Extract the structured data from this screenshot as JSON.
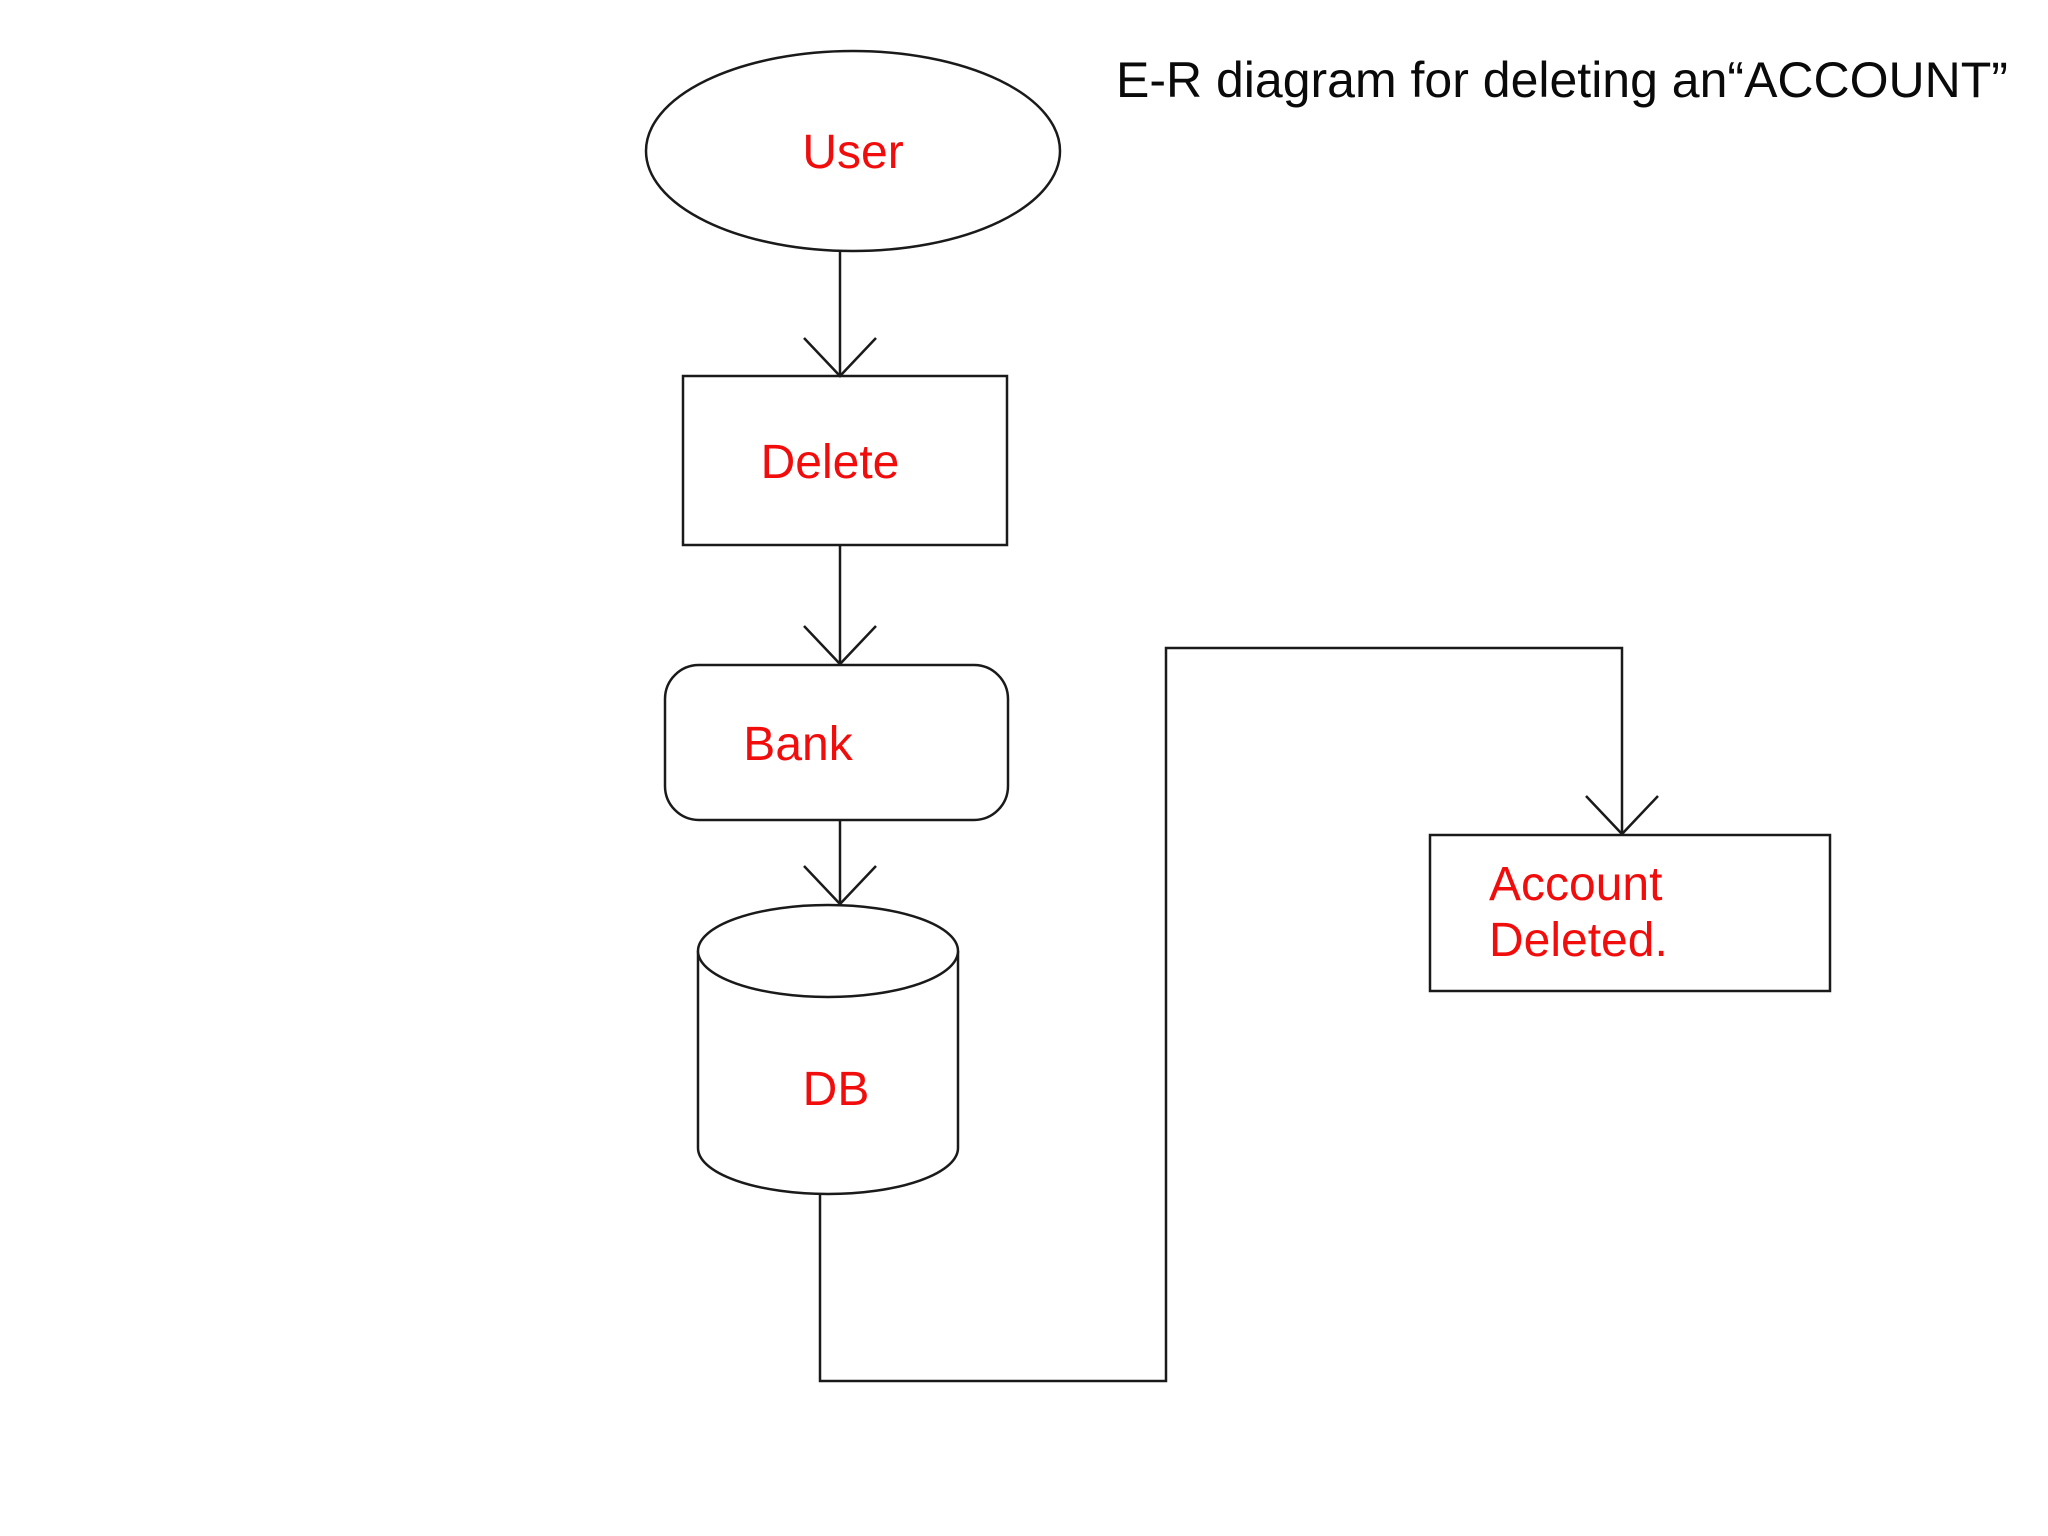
{
  "page": {
    "background": "#ffffff"
  },
  "title": {
    "text": "E-R diagram for deleting an“ACCOUNT”"
  },
  "colors": {
    "line": "#1a1a1a",
    "label": "#f20d0d",
    "title": "#0a0a0a",
    "shape_fill": "#ffffff"
  },
  "diagram": {
    "nodes": {
      "user": {
        "shape": "ellipse",
        "label": "User"
      },
      "delete": {
        "shape": "rectangle",
        "label": "Delete"
      },
      "bank": {
        "shape": "rounded-rectangle",
        "label": "Bank"
      },
      "db": {
        "shape": "cylinder",
        "label": "DB"
      },
      "account_deleted": {
        "shape": "rectangle",
        "label": "Account Deleted.",
        "lines": [
          "Account",
          "Deleted."
        ]
      }
    },
    "edges": [
      {
        "from": "User",
        "to": "Delete",
        "style": "straight-arrow-down"
      },
      {
        "from": "Delete",
        "to": "Bank",
        "style": "straight-arrow-down"
      },
      {
        "from": "Bank",
        "to": "DB",
        "style": "straight-arrow-down"
      },
      {
        "from": "DB",
        "to": "Account Deleted.",
        "style": "elbow-arrow"
      }
    ]
  }
}
